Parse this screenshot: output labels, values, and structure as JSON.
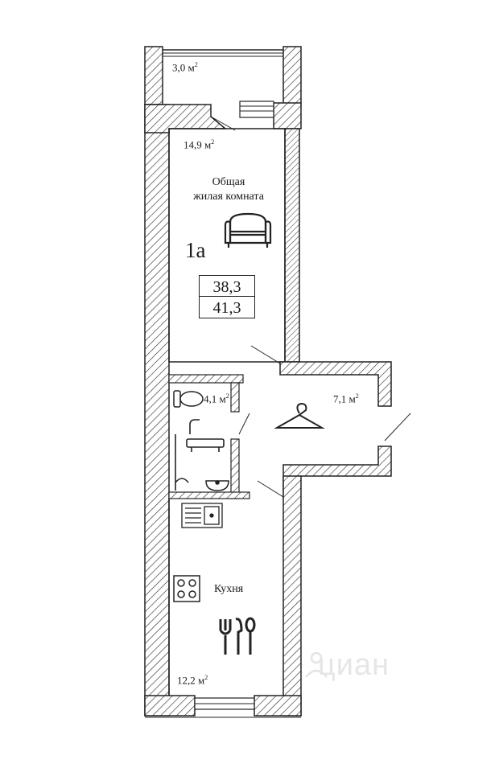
{
  "plan": {
    "apartment_code": "1а",
    "total_area": "38,3",
    "total_area_with_balcony": "41,3",
    "rooms": [
      {
        "name": "",
        "area": "3,0 м",
        "area_sup": "2"
      },
      {
        "name": "Общая\nжилая комната",
        "area": "14,9 м",
        "area_sup": "2"
      },
      {
        "name": "",
        "area": "4,1 м",
        "area_sup": "2"
      },
      {
        "name": "",
        "area": "7,1 м",
        "area_sup": "2"
      },
      {
        "name": "Кухня",
        "area": "12,2 м",
        "area_sup": "2"
      }
    ],
    "icons": [
      "sofa-icon",
      "hanger-icon",
      "toilet-icon",
      "bathtub-icon",
      "sink-icon",
      "stove-icon",
      "kitchen-sink-icon",
      "cutlery-icon"
    ]
  },
  "watermark": {
    "text": "циан"
  },
  "colors": {
    "wall": "#222222",
    "hatch": "#333333",
    "background": "#ffffff"
  }
}
